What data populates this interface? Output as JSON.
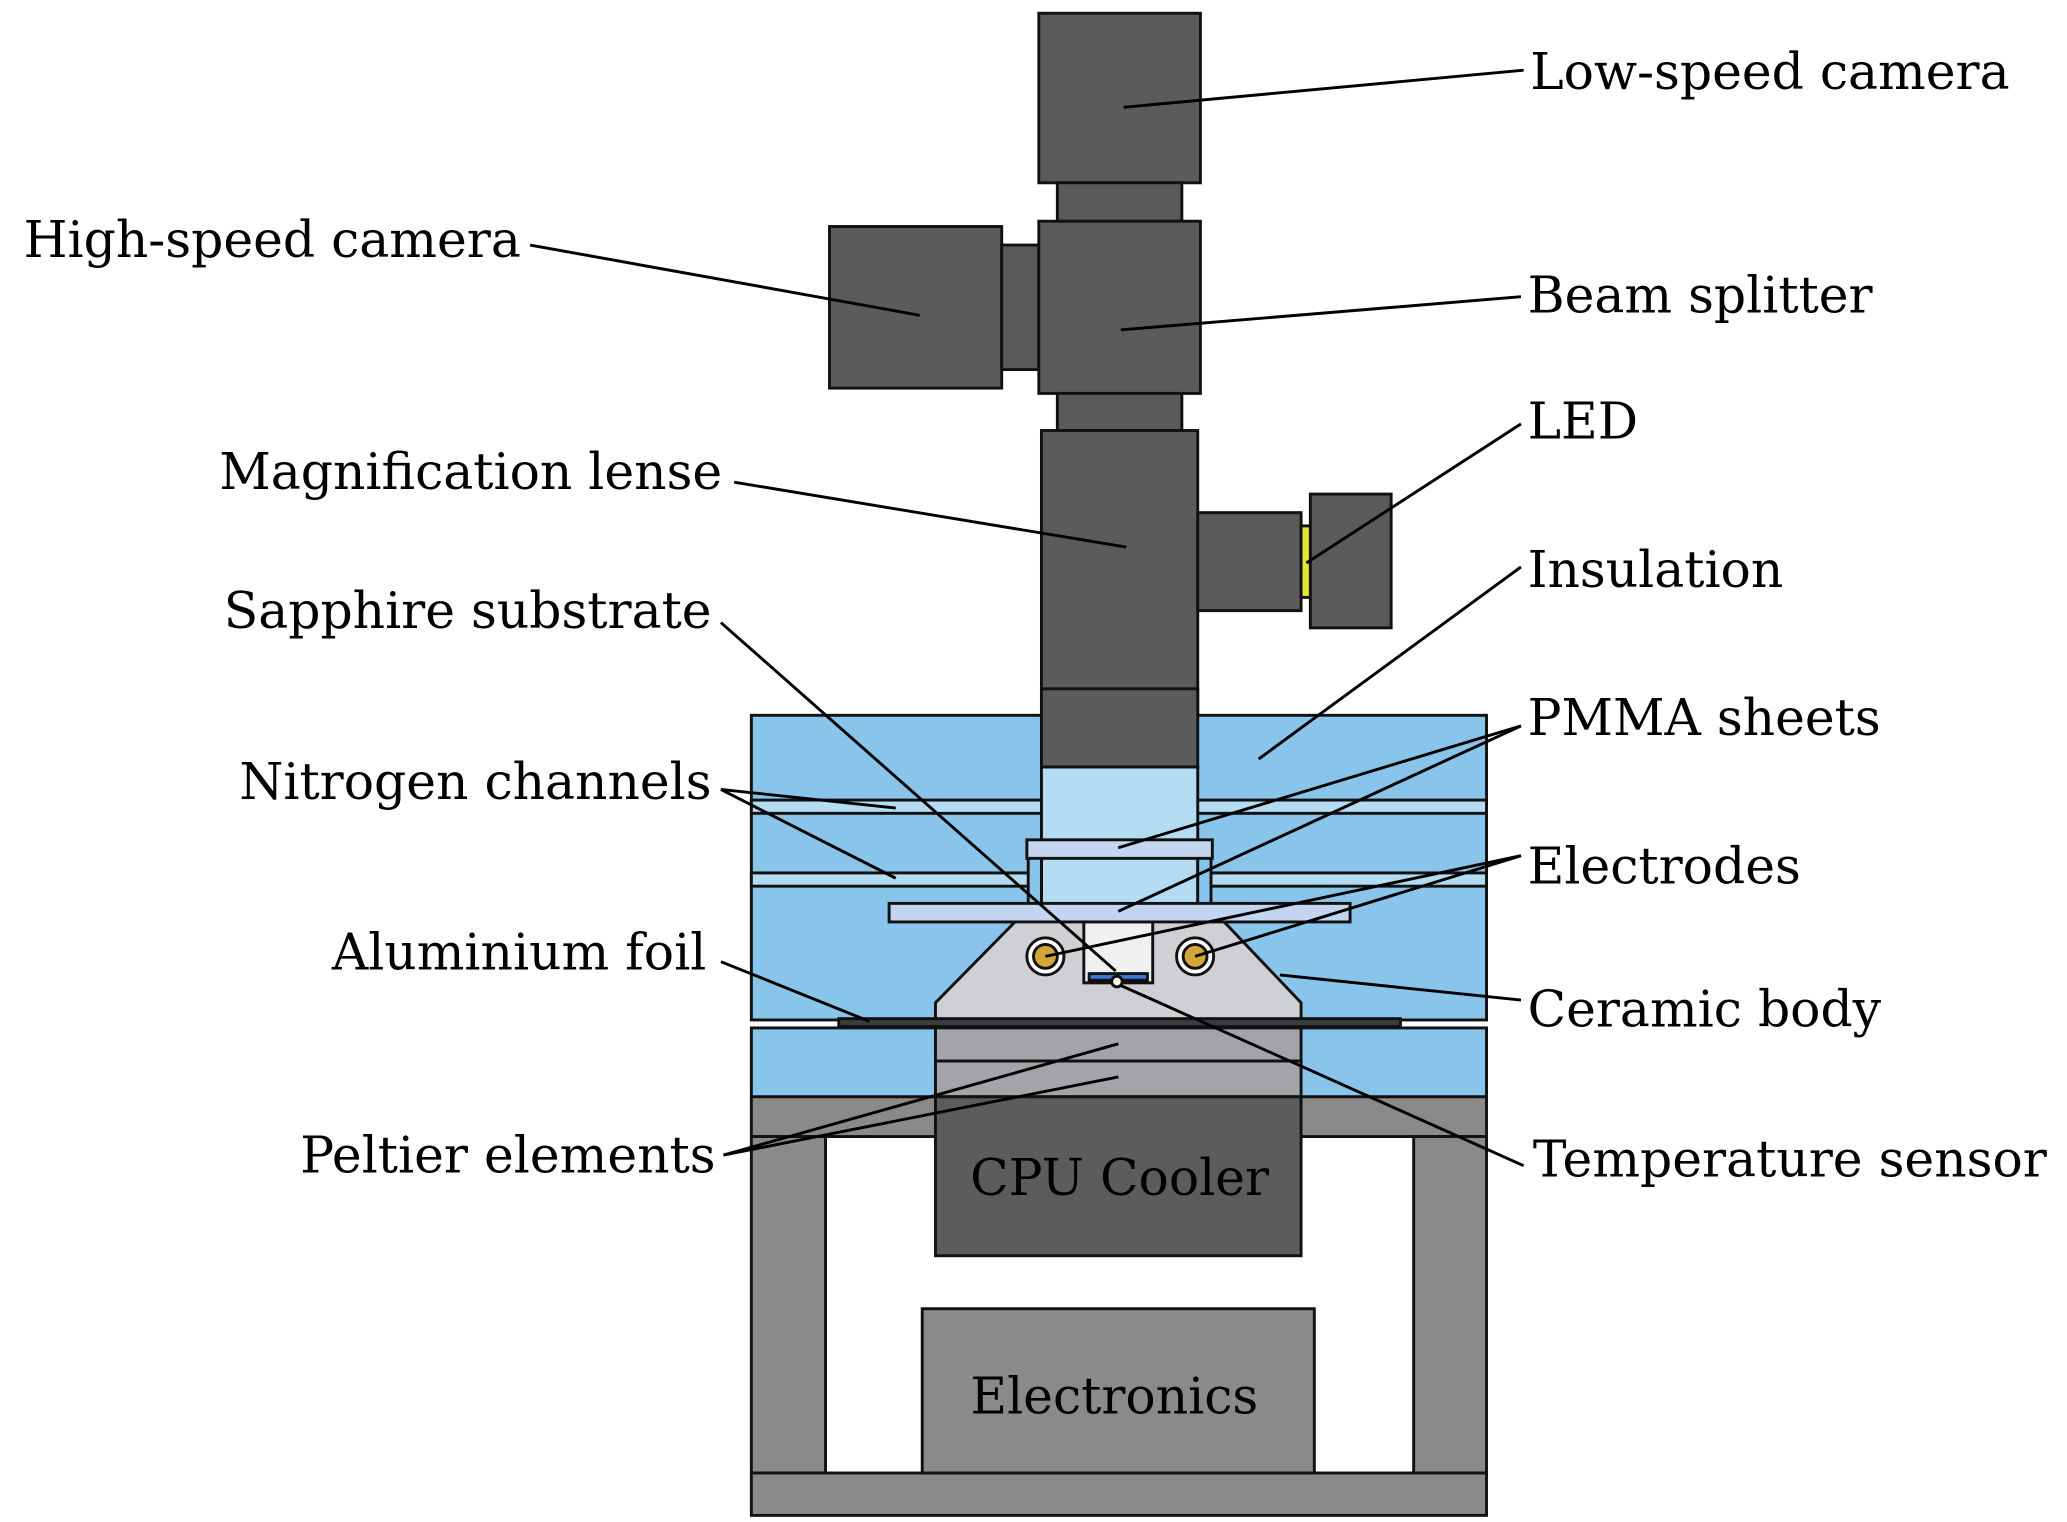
{
  "figure": {
    "type": "experimental setup schematic",
    "colors": {
      "camera_body": "#5b5b5b",
      "insulation": "#89c4ea",
      "light_path": "#b3dcf2",
      "pmma": "#c4d5f2",
      "ceramic": "#cfd0d3",
      "electrode_gold": "#d4a537",
      "sapphire": "#3b78d8",
      "led_yellow": "#e6e62e",
      "peltier": "#a2a4a8",
      "cpu_cooler": "#5c5c5c",
      "frame": "#8a8a8a",
      "foil": "#3a3d40"
    },
    "labels": {
      "low_speed_camera": "Low-speed camera",
      "high_speed_camera": "High-speed camera",
      "beam_splitter": "Beam splitter",
      "led": "LED",
      "magnification_lense": "Magnification lense",
      "insulation": "Insulation",
      "sapphire_substrate": "Sapphire substrate",
      "pmma_sheets": "PMMA sheets",
      "nitrogen_channels": "Nitrogen channels",
      "electrodes": "Electrodes",
      "aluminium_foil": "Aluminium foil",
      "ceramic_body": "Ceramic body",
      "peltier_elements": "Peltier elements",
      "temperature_sensor": "Temperature sensor",
      "cpu_cooler": "CPU Cooler",
      "electronics": "Electronics"
    }
  }
}
